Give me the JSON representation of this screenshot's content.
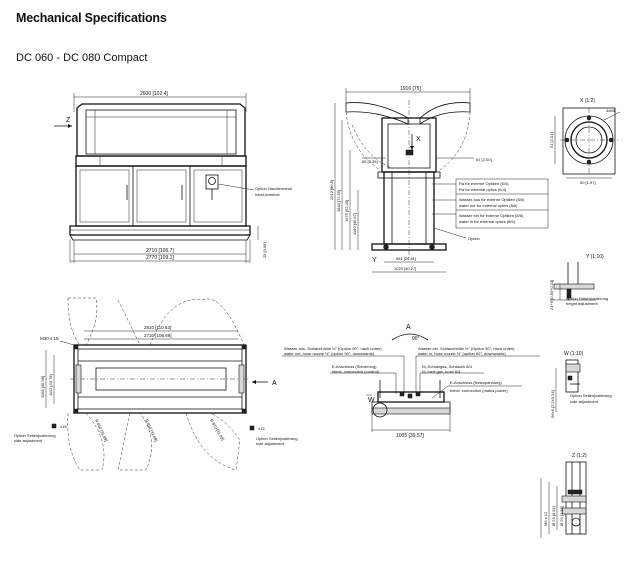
{
  "page": {
    "title": "Mechanical Specifications",
    "subtitle": "DC 060 - DC 080 Compact"
  },
  "front_view": {
    "dim_top": "2600 [102.4]",
    "label_z": "Z",
    "dim_inner": "2710 [106.7]",
    "dim_outer": "2770 [109.1]",
    "dim_side": "25 [0.98]",
    "callout_terminal_de": "Option Handterminal",
    "callout_terminal_en": "hand-terminal"
  },
  "side_view": {
    "dim_top": "1916 [75]",
    "label_x": "X",
    "label_y": "Y",
    "dim_height1": "2212 [86.8]",
    "dim_height2": "1843 [72.55]",
    "dim_height3": "1575 [62.00]",
    "dim_height4": "1160 [45.67]",
    "dim_85": "85 [3.35]",
    "dim_681": "681 [26.81]",
    "dim_1023": "1023 [40.27]",
    "dim_50": "50 [1.97]",
    "dim_right": "51 [2.00]",
    "callouts": [
      "Ra für externe Optiken (6/4)",
      "Ra for external optics (6/4)",
      "Wasser aus für externe Optiken (8/6)",
      "water out for external optics (8/6)",
      "Wasser ein für externe Optiken (8/6)",
      "water in for external optics (8/6)"
    ],
    "option_label": "Option"
  },
  "detail_x": {
    "title": "X (1:2)",
    "dim_left": "51 [2.01]",
    "dim_bottom": "50 [1.97]",
    "dim_right": "4xM6"
  },
  "detail_y": {
    "title": "Y (1:10)",
    "dim": "21+6 [0.83+0.24]",
    "caption_de": "Option Höhenjustierung",
    "caption_en": "height adjustment"
  },
  "top_view": {
    "dim_2810": "2810 [110.63]",
    "dim_2710": "2710 [106.69]",
    "dim_m30": "M30 x 15",
    "dim_left1": "1168 [45.98]",
    "dim_left2": "1112 [43.78]",
    "label_a": "A",
    "dim_pm15_left": "±15",
    "dim_pm15_right": "±15",
    "arc_labels": [
      "R 810 [31.89]",
      "R 810 [31.89]",
      "R 810 [31.89]"
    ],
    "caption_de": "Option Seitenjustierung",
    "caption_en": "side adjustment"
  },
  "section_a": {
    "title": "A",
    "angle": "90°",
    "label_w": "W",
    "callouts": [
      "Wasser aus, Schlauchtülle ½\" (Option 90°, nach unten)",
      "water out, hose nozzle ½\" (option 90°, downwards)",
      "Wasser ein, Schlauchtülle ½\" (Option 90°, nach unten)",
      "water in, hose nozzle ½\" (option 90°, downwards)",
      "E-Anschluss (Steuerung)",
      "electr. connection (control)",
      "N₂-Schutzgas, Schlauch 6/4",
      "N₂ inert gas, hose 6/4",
      "E-Anschluss (Netzspannung)",
      "electr. connection (mains power)"
    ],
    "dim_bottom": "1005 [39.57]"
  },
  "detail_w": {
    "title": "W (1:10)",
    "dim": "56±6 [2.2±0.24]",
    "caption_de": "Option Seitenjustierung",
    "caption_en": "side adjustment"
  },
  "detail_z": {
    "title": "Z (1:2)",
    "dims": [
      "M6 x 12",
      "Ø 23 [0.91]",
      "Ø 29 [1.14]"
    ]
  }
}
